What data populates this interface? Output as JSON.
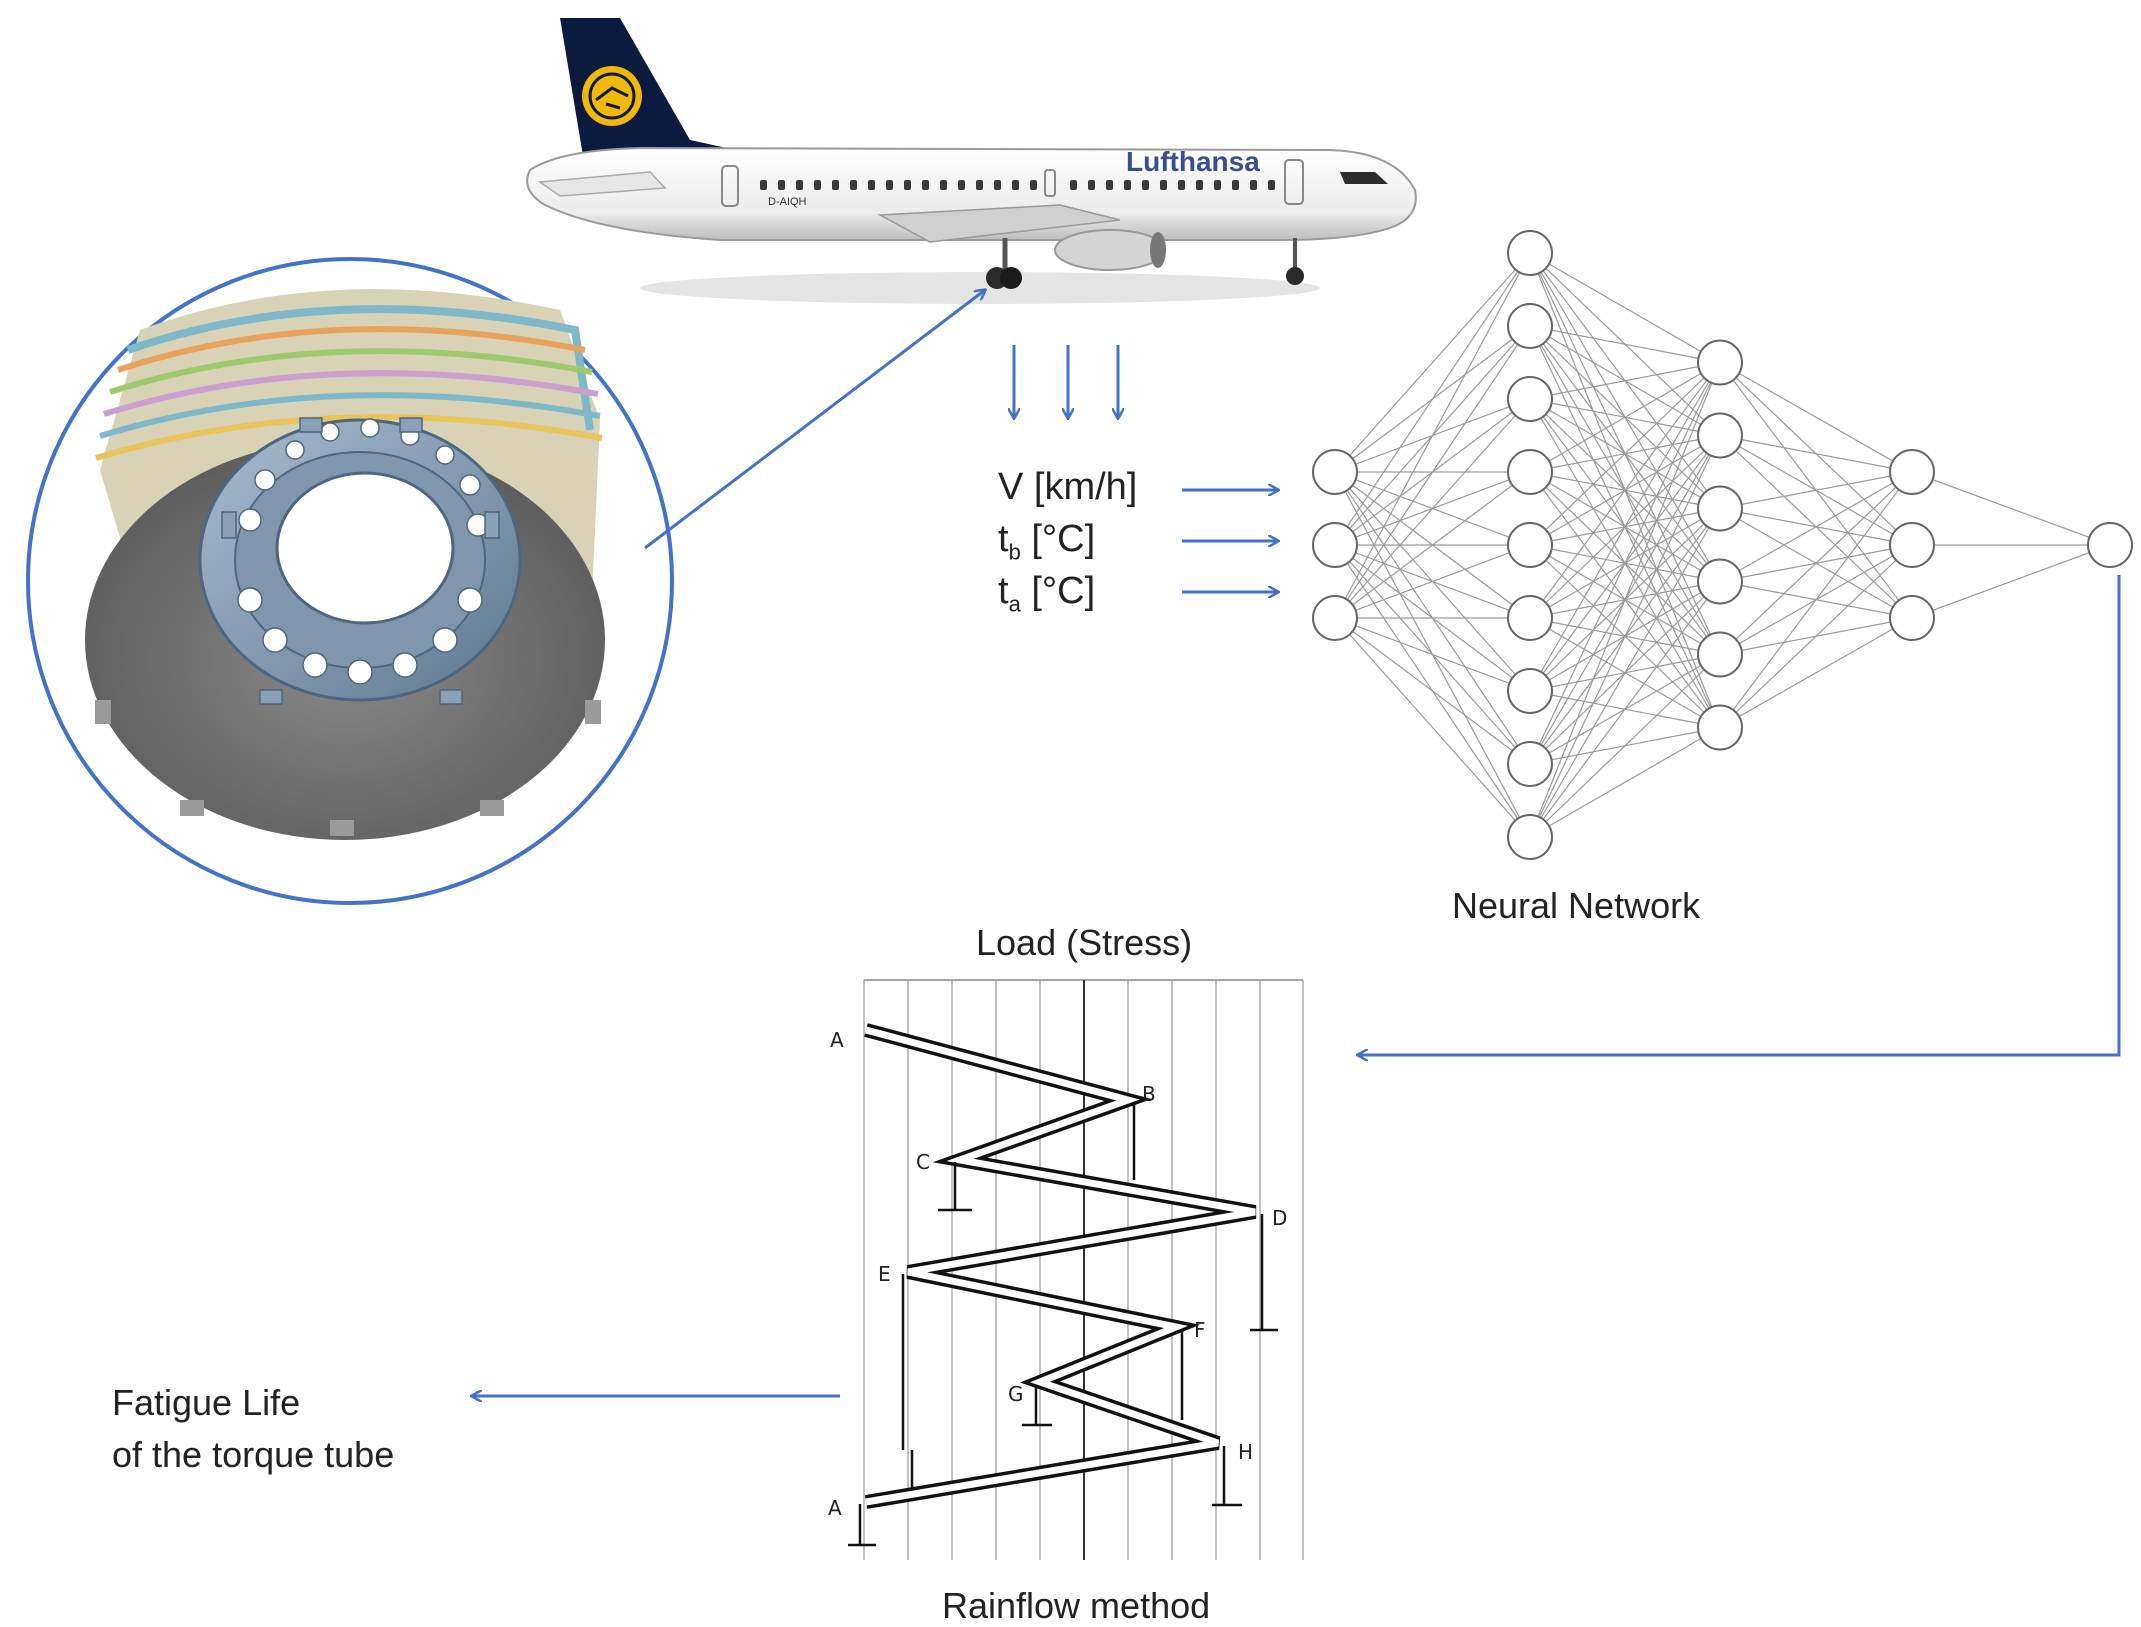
{
  "airplane": {
    "livery": "Lufthansa",
    "registration": "D-AIQH"
  },
  "inputs": {
    "speed": "V [km/h]",
    "temp_brake": "t",
    "temp_brake_sub": "b",
    "temp_brake_unit": " [°C]",
    "temp_ambient": "t",
    "temp_ambient_sub": "a",
    "temp_ambient_unit": " [°C]"
  },
  "network": {
    "label": "Neural Network",
    "layers": [
      3,
      9,
      6,
      3,
      1
    ]
  },
  "rainflow": {
    "title": "Load (Stress)",
    "caption": "Rainflow method",
    "points": [
      "A",
      "B",
      "C",
      "D",
      "E",
      "F",
      "G",
      "H",
      "A"
    ]
  },
  "output": {
    "line1": "Fatigue Life",
    "line2": "of the torque tube"
  },
  "colors": {
    "arrow": "#4472C4",
    "circle": "#4472C4",
    "net_line": "#9a9a9a",
    "net_node": "#666666"
  }
}
